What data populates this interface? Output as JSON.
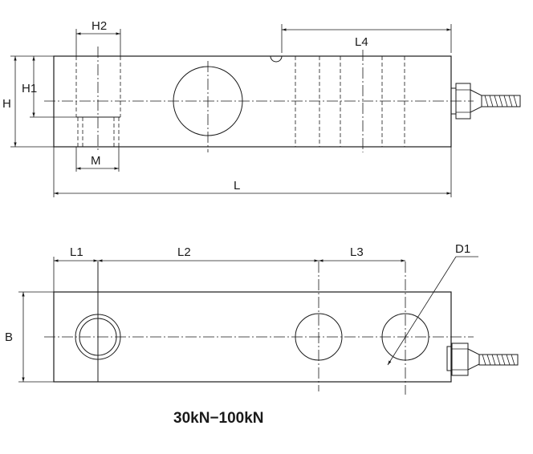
{
  "labels": {
    "h2": "H2",
    "l4": "L4",
    "h1": "H1",
    "h": "H",
    "m": "M",
    "l": "L",
    "l1": "L1",
    "l2": "L2",
    "l3": "L3",
    "d1": "D1",
    "b": "B"
  },
  "caption": "30kN−100kN"
}
